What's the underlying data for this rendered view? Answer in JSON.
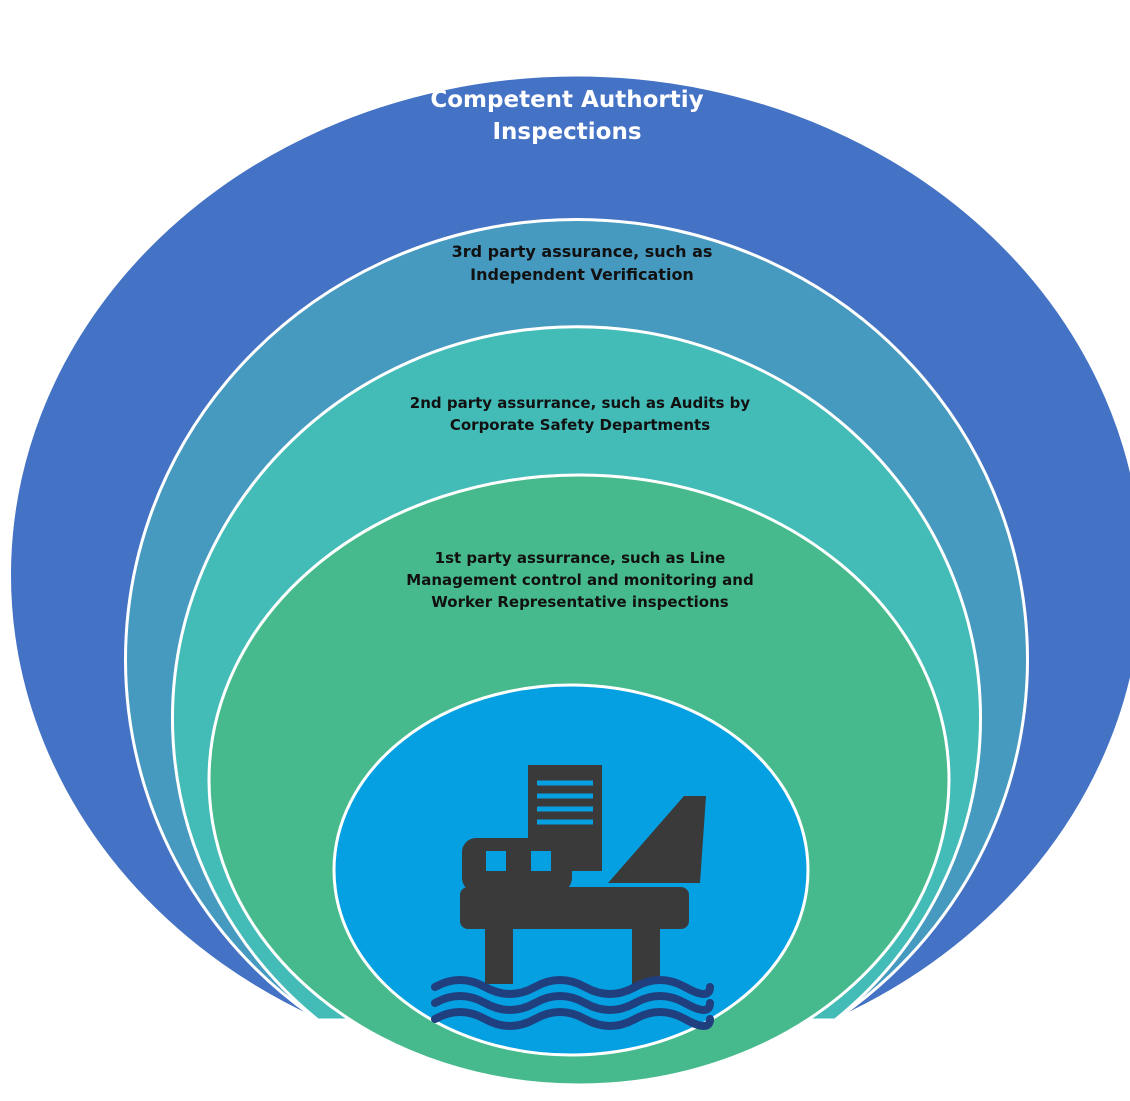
{
  "diagram": {
    "layers": [
      {
        "id": "outer",
        "label": "Competent Authortiy\nInspections",
        "fill": "#4472C4",
        "text_color": "#ffffff"
      },
      {
        "id": "third",
        "label": "3rd party assurance, such as\nIndependent Verification",
        "fill": "#4699BF",
        "text_color": "#111111"
      },
      {
        "id": "second",
        "label": "2nd party assurrance, such as Audits by\nCorporate Safety Departments",
        "fill": "#43BCB8",
        "text_color": "#111111"
      },
      {
        "id": "first",
        "label": "1st party assurrance, such as  Line\nManagement control and monitoring and\nWorker Representative inspections",
        "fill": "#46BA8C",
        "text_color": "#111111"
      }
    ],
    "core": {
      "fill": "#05A0E2",
      "icon": "offshore-oil-rig-icon",
      "icon_color": "#3A3A3A",
      "water_color": "#1F3F7F"
    },
    "stroke_color": "#ffffff"
  }
}
